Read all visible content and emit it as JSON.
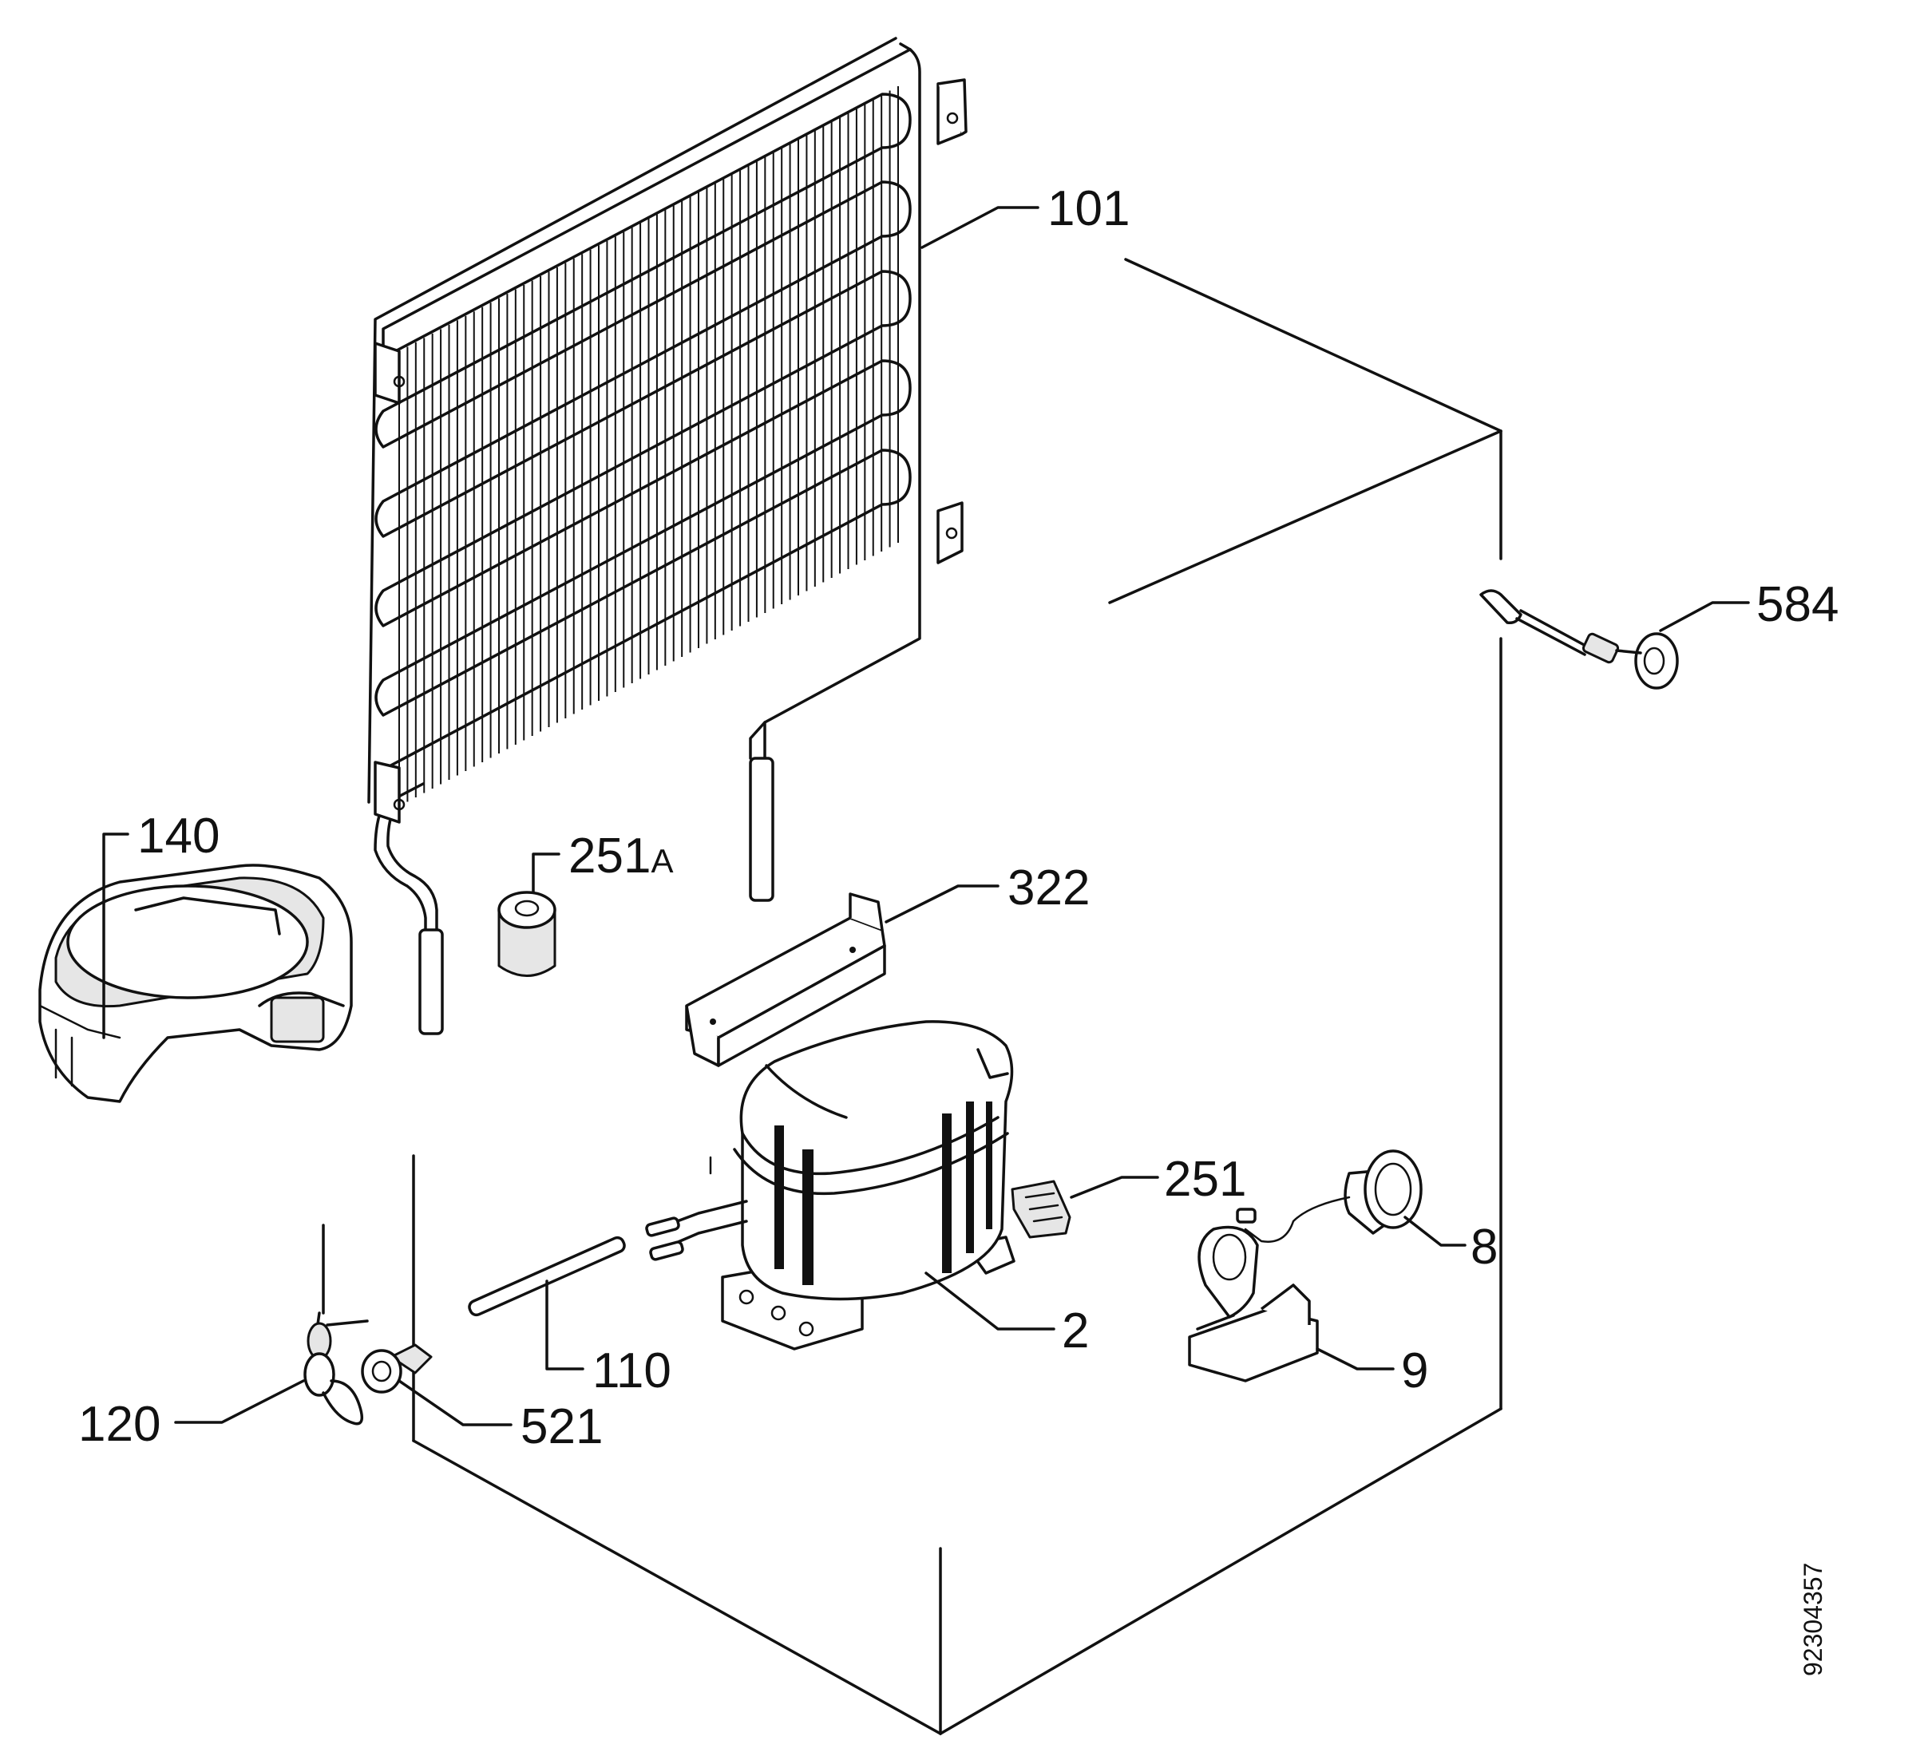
{
  "callouts": {
    "p101": "101",
    "p584": "584",
    "p140": "140",
    "p251a_num": "251",
    "p251a_suffix": "A",
    "p322": "322",
    "p251": "251",
    "p8": "8",
    "p2": "2",
    "p9": "9",
    "p110": "110",
    "p120": "120",
    "p521": "521"
  },
  "drawing_code": "92304357"
}
